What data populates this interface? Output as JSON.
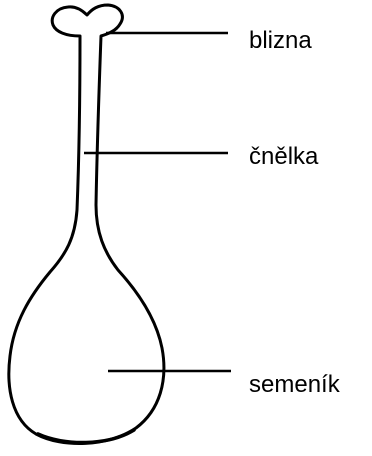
{
  "labels": {
    "stigma": "blizna",
    "style": "čnělka",
    "ovary": "semeník"
  },
  "colors": {
    "outline": "#000000",
    "background": "#ffffff",
    "fill": "#ffffff"
  }
}
